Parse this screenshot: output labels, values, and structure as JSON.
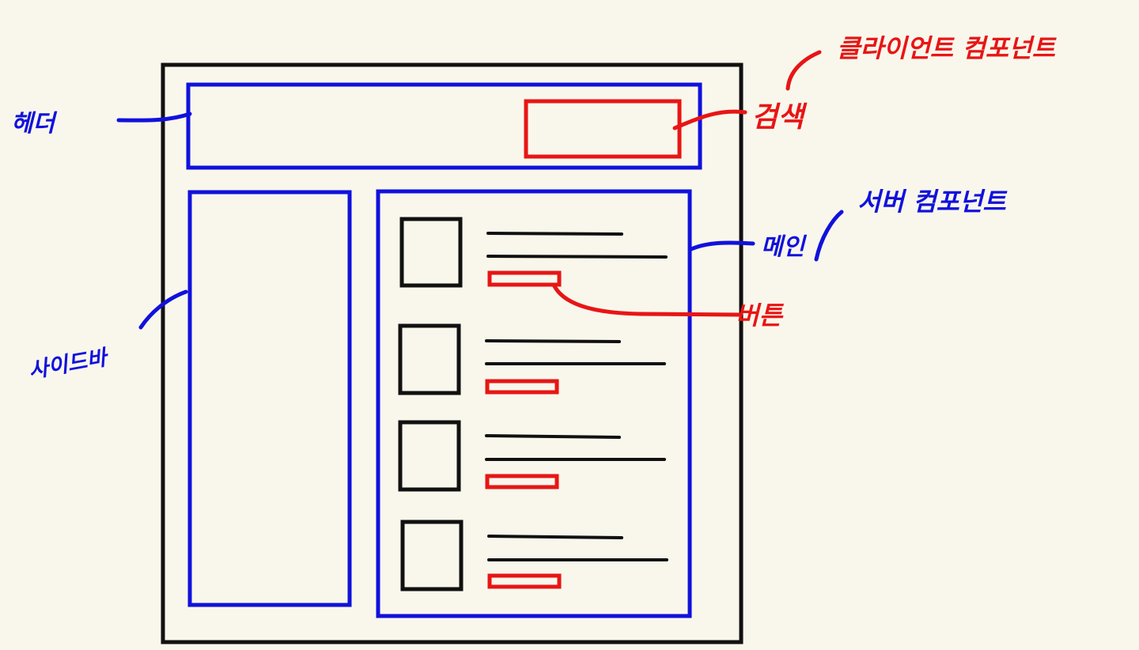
{
  "colors": {
    "background": "#f9f7ec",
    "frame": "#111111",
    "blue": "#1111dd",
    "red": "#e81515"
  },
  "annotations": {
    "header": "헤더",
    "sidebar": "사이드바",
    "main": "메인",
    "server_component": "서버 컴포넌트",
    "search": "검색",
    "client_component": "클라이언트 컴포넌트",
    "button": "버튼"
  },
  "list_items": [
    {
      "index": 1
    },
    {
      "index": 2
    },
    {
      "index": 3
    },
    {
      "index": 4
    }
  ]
}
